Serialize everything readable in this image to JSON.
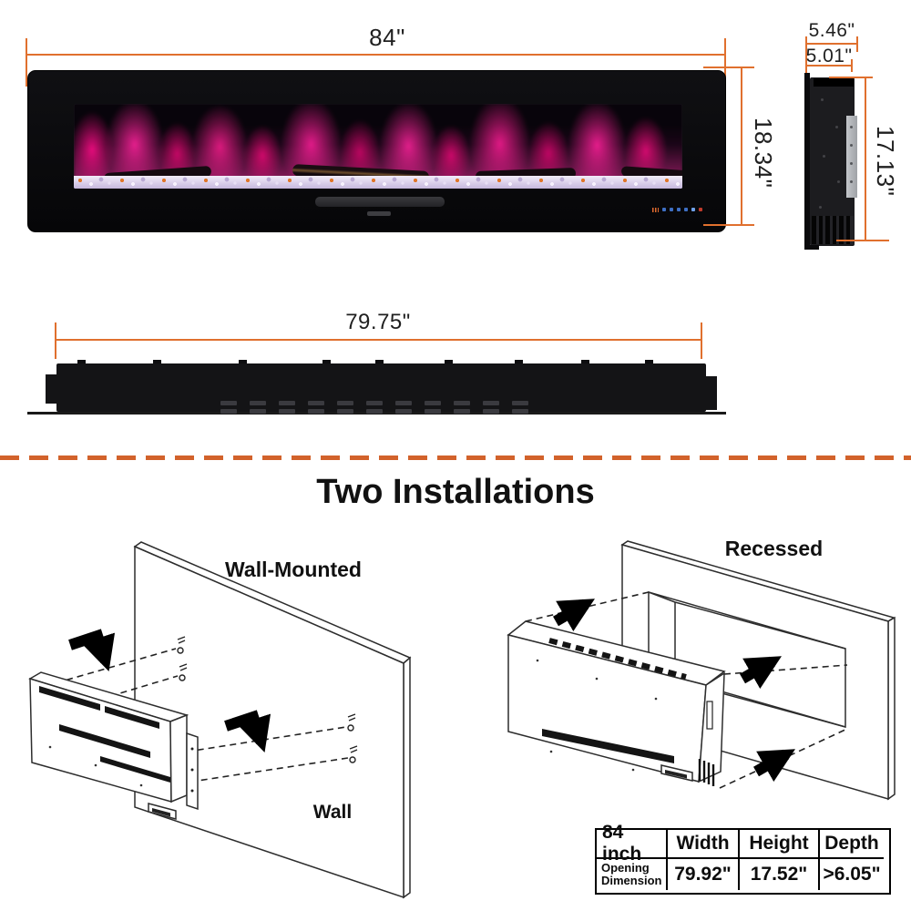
{
  "front_view": {
    "width_label": "84\"",
    "height_label": "18.34\"",
    "control_leds": [
      "#E06A2E",
      "#3E6FC4",
      "#3E6FC4",
      "#3E6FC4",
      "#3E6FC4",
      "#6FA0E8",
      "#C03A2B"
    ]
  },
  "side_view": {
    "outer_depth_label": "5.46\"",
    "inner_depth_label": "5.01\"",
    "height_label": "17.13\""
  },
  "back_view": {
    "width_label": "79.75\""
  },
  "installations": {
    "heading": "Two Installations",
    "wall_mounted": {
      "title": "Wall-Mounted",
      "wall_label": "Wall"
    },
    "recessed": {
      "title": "Recessed"
    }
  },
  "spec_table": {
    "size_header": "84 inch",
    "col_headers": [
      "Width",
      "Height",
      "Depth"
    ],
    "row_label_line1": "Opening",
    "row_label_line2": "Dimension",
    "values": [
      "79.92\"",
      "17.52\"",
      ">6.05\""
    ]
  },
  "colors": {
    "dimension_line": "#E0702E",
    "divider_dash": "#D2622B",
    "flame_pink": "#E8188A",
    "table_border": "#000000"
  }
}
